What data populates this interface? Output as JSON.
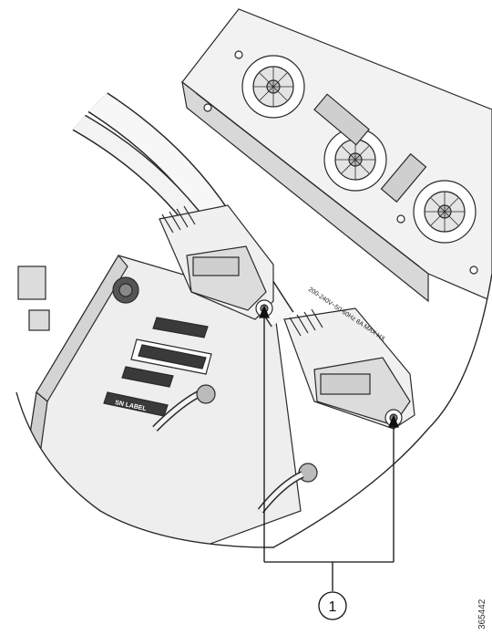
{
  "figure": {
    "callout_label": "1",
    "figure_id": "365442",
    "psu_rating_text": "200-240V~50-60Hz 8A MAX HX",
    "serial_label_text": "SN LABEL"
  },
  "colors": {
    "line": "#2a2a2a",
    "chassis_fill": "#e9e9e9",
    "shade_fill": "#cfcfcf",
    "dark_fill": "#3a3a3a",
    "background": "#ffffff"
  },
  "icons": [
    "fan-icon",
    "captive-screw-icon",
    "ground-screw-icon"
  ]
}
